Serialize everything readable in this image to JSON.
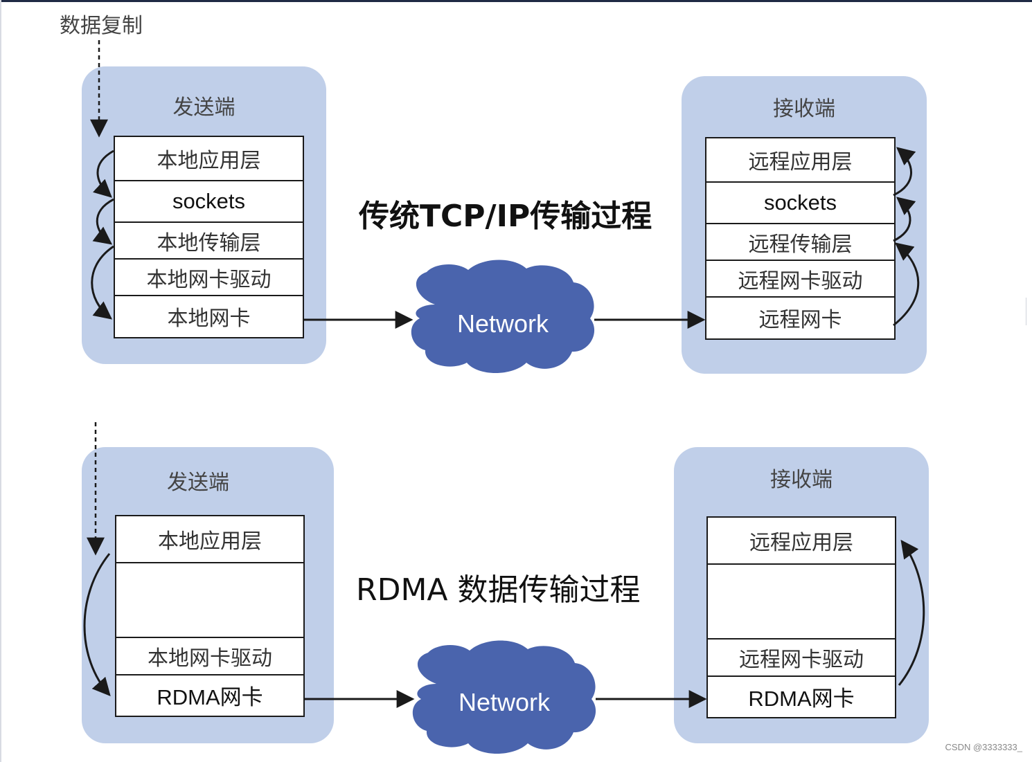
{
  "top_label": "数据复制",
  "tcp": {
    "title": "传统TCP/IP传输过程",
    "sender": {
      "title": "发送端",
      "layers": [
        "本地应用层",
        "sockets",
        "本地传输层",
        "本地网卡驱动",
        "本地网卡"
      ]
    },
    "receiver": {
      "title": "接收端",
      "layers": [
        "远程应用层",
        "sockets",
        "远程传输层",
        "远程网卡驱动",
        "远程网卡"
      ]
    },
    "network": "Network"
  },
  "rdma": {
    "title": "RDMA 数据传输过程",
    "sender": {
      "title": "发送端",
      "layers": [
        "本地应用层",
        "",
        "本地网卡驱动",
        "RDMA网卡"
      ]
    },
    "receiver": {
      "title": "接收端",
      "layers": [
        "远程应用层",
        "",
        "远程网卡驱动",
        "RDMA网卡"
      ]
    },
    "network": "Network"
  },
  "watermark": "CSDN @3333333_",
  "colors": {
    "panel": "#c0cfe9",
    "cloud": "#4a64ad",
    "line": "#1a1a1a"
  }
}
